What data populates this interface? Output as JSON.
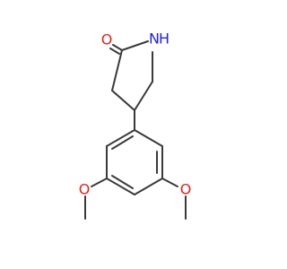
{
  "molecule": {
    "atom_labels": {
      "carbonyl_oxygen": "O",
      "amide_nitrogen": "N",
      "amide_hydrogen": "H",
      "methoxy_oxygen_left": "O",
      "methoxy_oxygen_right": "O"
    },
    "colors": {
      "bond": "#3a3a3a",
      "oxygen": "#e2231a",
      "nitrogen": "#2222dd"
    }
  }
}
